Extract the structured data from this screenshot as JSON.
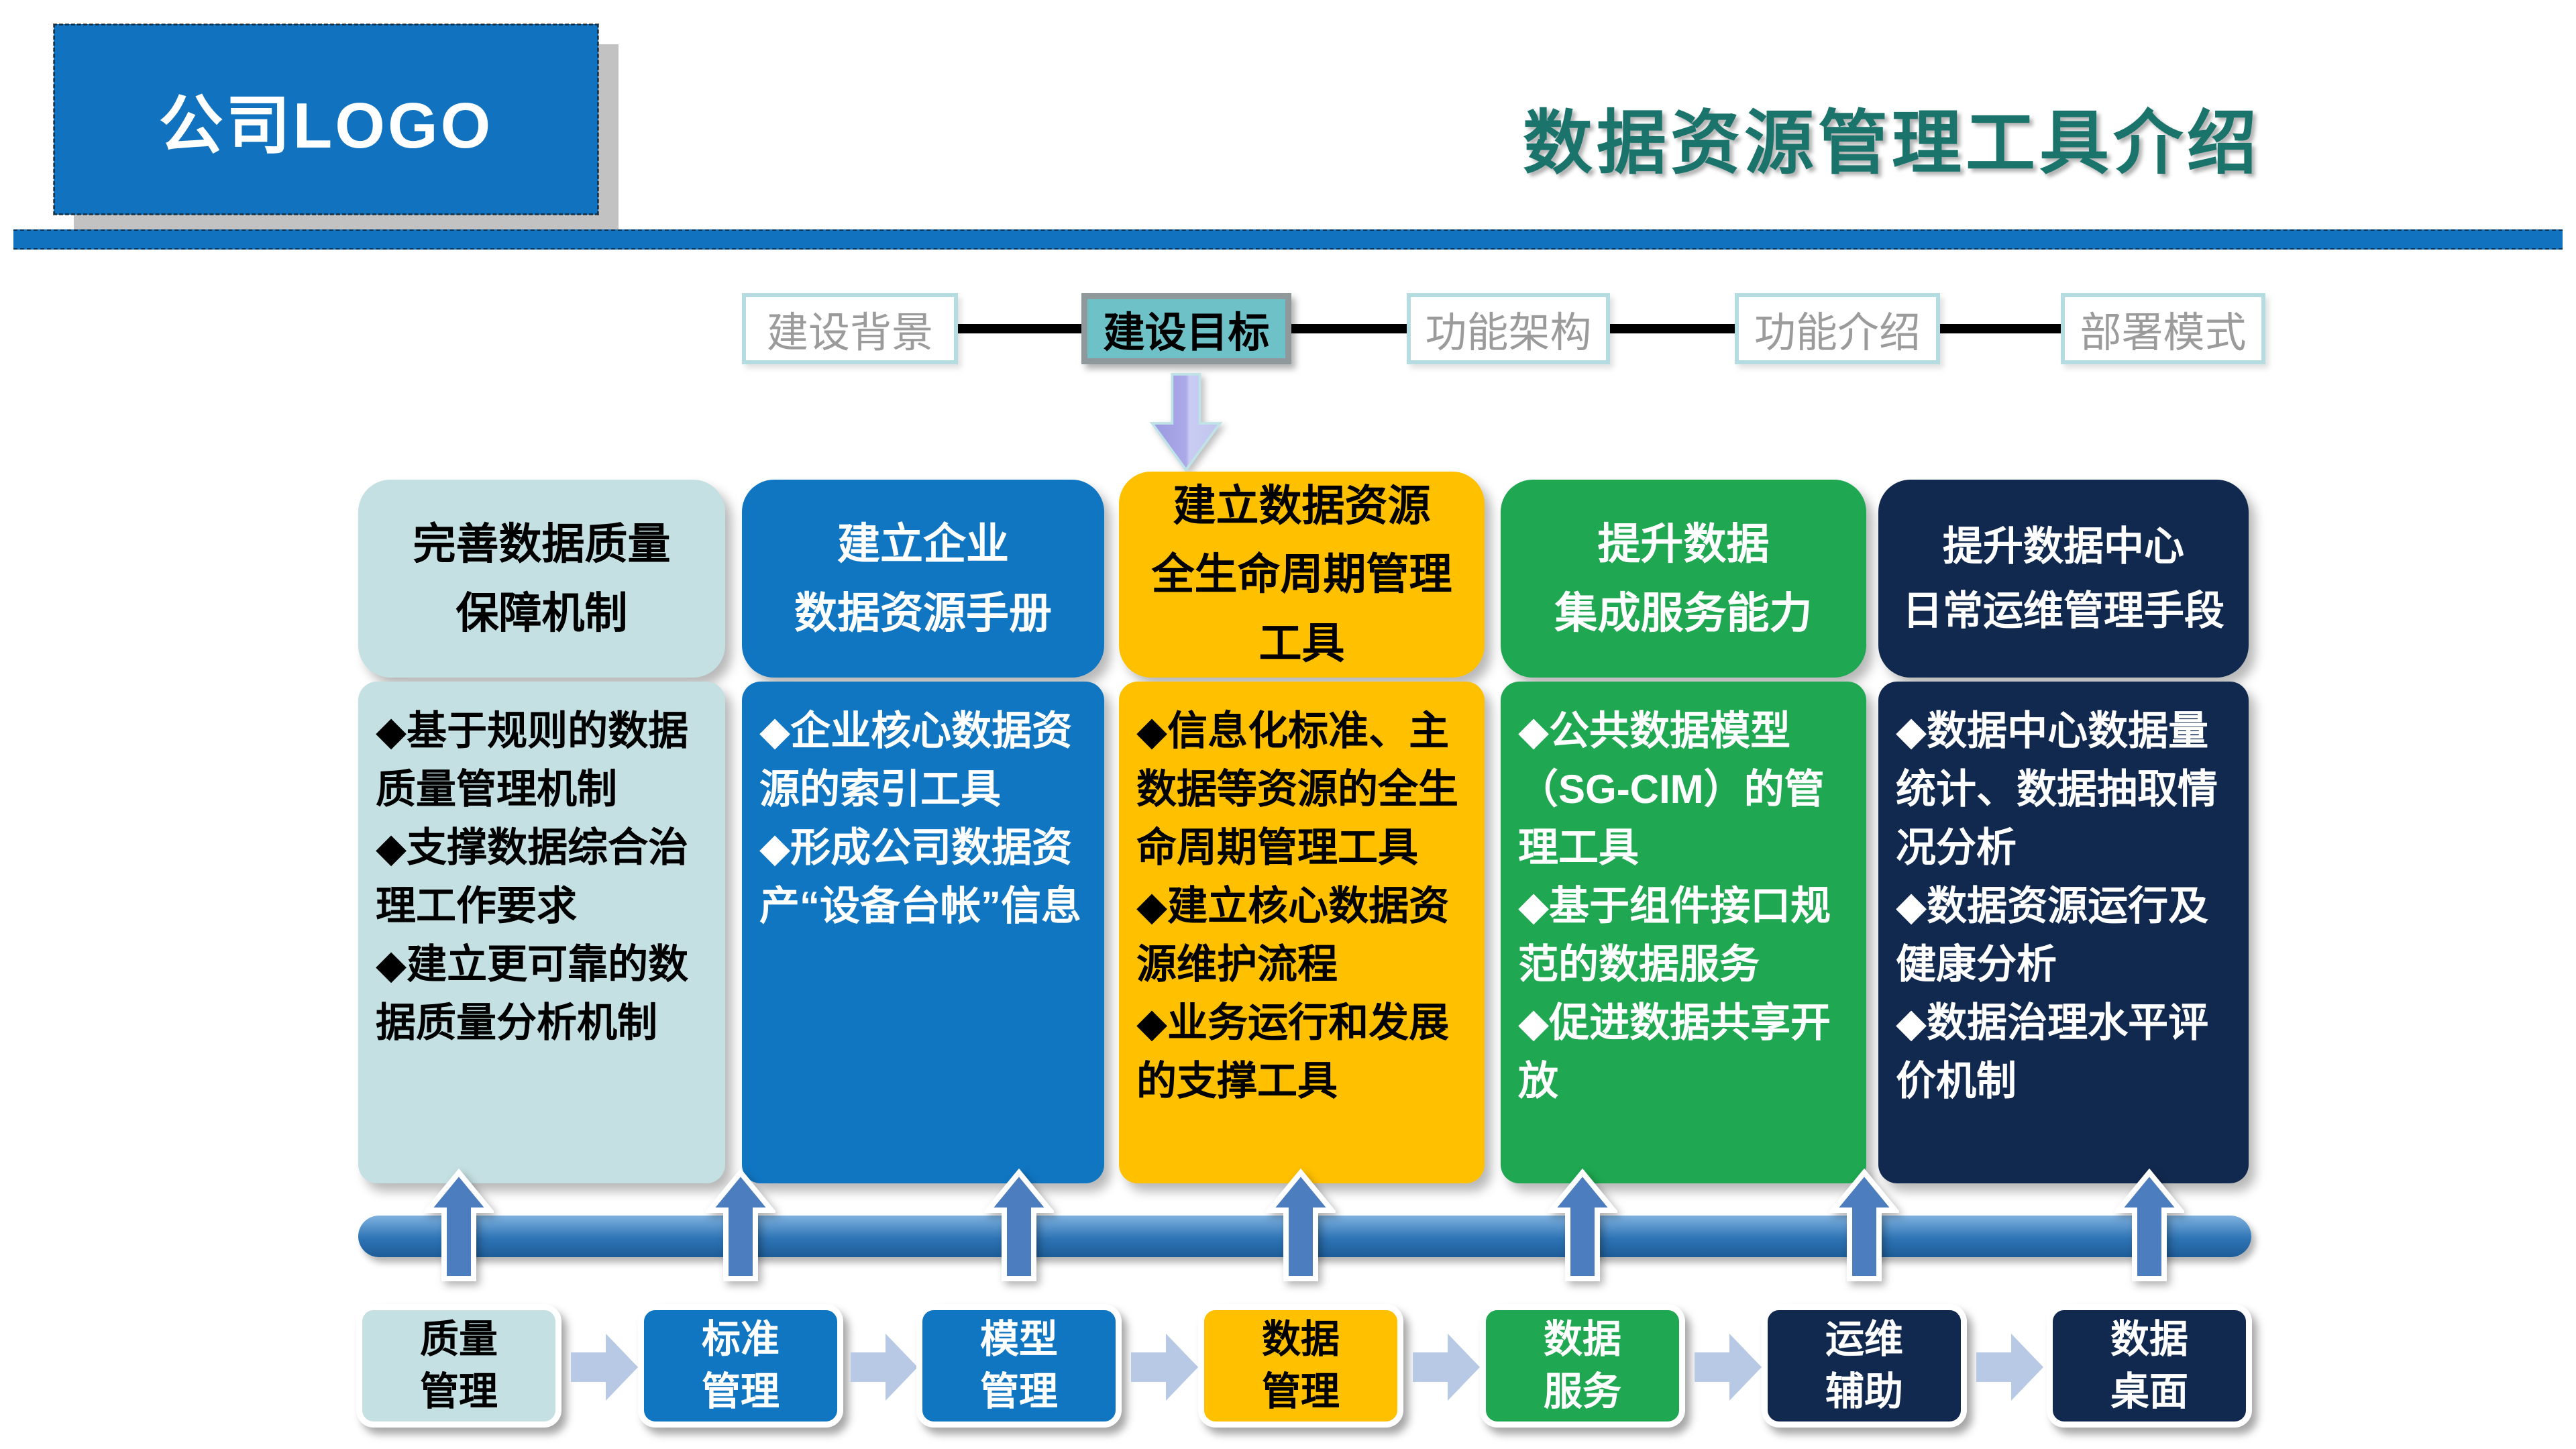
{
  "logo": {
    "text": "公司LOGO"
  },
  "title": "数据资源管理工具介绍",
  "nav": {
    "items": [
      {
        "label": "建设背景",
        "active": false
      },
      {
        "label": "建设目标",
        "active": true
      },
      {
        "label": "功能架构",
        "active": false
      },
      {
        "label": "功能介绍",
        "active": false
      },
      {
        "label": "部署模式",
        "active": false
      }
    ]
  },
  "cards": [
    {
      "header": "完善数据质量\n保障机制",
      "bg": "#C5E0E2",
      "text_color": "#000000",
      "bullets": [
        "◆基于规则的数据质量管理机制",
        "◆支撑数据综合治理工作要求",
        "◆建立更可靠的数据质量分析机制"
      ]
    },
    {
      "header": "建立企业\n数据资源手册",
      "bg": "#1176C2",
      "text_color": "#FFFFFF",
      "bullets": [
        "◆企业核心数据资源的索引工具",
        "◆形成公司数据资产“设备台帐”信息"
      ]
    },
    {
      "header": "建立数据资源\n全生命周期管理\n工具",
      "bg": "#FFC000",
      "text_color": "#000000",
      "bullets": [
        "◆信息化标准、主数据等资源的全生命周期管理工具",
        "◆建立核心数据资源维护流程",
        "◆业务运行和发展的支撑工具"
      ]
    },
    {
      "header": "提升数据\n集成服务能力",
      "bg": "#1FA751",
      "text_color": "#FFFFFF",
      "bullets": [
        "◆公共数据模型（SG-CIM）的管理工具",
        "◆基于组件接口规范的数据服务",
        "◆促进数据共享开放"
      ]
    },
    {
      "header": "提升数据中心\n日常运维管理手段",
      "bg": "#12294F",
      "text_color": "#FFFFFF",
      "bullets": [
        "◆数据中心数据量统计、数据抽取情况分析",
        "◆数据资源运行及健康分析",
        "◆数据治理水平评价机制"
      ]
    }
  ],
  "flow": {
    "items": [
      {
        "label": "质量\n管理",
        "bg": "#C5E0E2",
        "text_color": "#000000"
      },
      {
        "label": "标准\n管理",
        "bg": "#1176C2",
        "text_color": "#FFFFFF"
      },
      {
        "label": "模型\n管理",
        "bg": "#1176C2",
        "text_color": "#FFFFFF"
      },
      {
        "label": "数据\n管理",
        "bg": "#FFC000",
        "text_color": "#000000"
      },
      {
        "label": "数据\n服务",
        "bg": "#1FA751",
        "text_color": "#FFFFFF"
      },
      {
        "label": "运维\n辅助",
        "bg": "#12294F",
        "text_color": "#FFFFFF"
      },
      {
        "label": "数据\n桌面",
        "bg": "#12294F",
        "text_color": "#FFFFFF"
      }
    ]
  },
  "colors": {
    "logo_blue": "#1173BF",
    "top_bar_blue": "#1173BF",
    "title_teal": "#1B746C",
    "active_tab_teal": "#6EC1C6",
    "inactive_tab_border": "#B5DDE1",
    "inactive_tab_text": "#9B9B9B",
    "thick_bar_blue": "#2E74B5",
    "up_arrow_blue": "#4C7DBE",
    "chevron_blue": "#B7C9E5",
    "down_arrow_periwinkle": "#ABA9E8"
  }
}
